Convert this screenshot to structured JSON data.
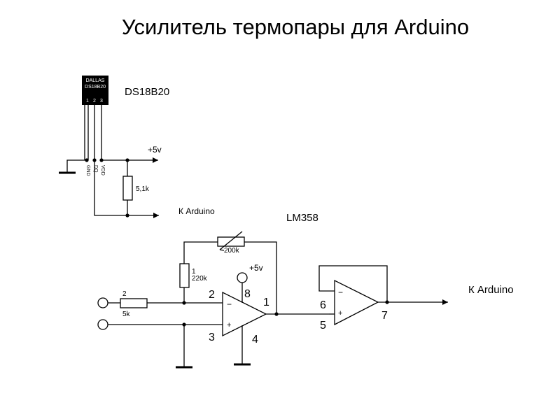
{
  "title": "Усилитель термопары для Arduino",
  "sensor": {
    "name": "DS18B20",
    "body_text_1": "DALLAS",
    "body_text_2": "DS18B20",
    "pin_numbers": [
      "1",
      "2",
      "3"
    ],
    "pin_names": [
      "GND",
      "DQ",
      "VDD"
    ]
  },
  "supply_top": "+5v",
  "pullup": {
    "value": "5,1k"
  },
  "out_sensor": "К Arduino",
  "opamp_name": "LM358",
  "feedback_resistor": {
    "value": "200k"
  },
  "resistor_1": {
    "ref": "1",
    "value": "220k"
  },
  "resistor_2": {
    "ref": "2",
    "value": "5k"
  },
  "supply_opamp": "+5v",
  "pins": {
    "p1": "1",
    "p2": "2",
    "p3": "3",
    "p4": "4",
    "p5": "5",
    "p6": "6",
    "p7": "7",
    "p8": "8"
  },
  "in_minus_sign": "−",
  "in_plus_sign": "+",
  "out_amp": "К Arduino"
}
